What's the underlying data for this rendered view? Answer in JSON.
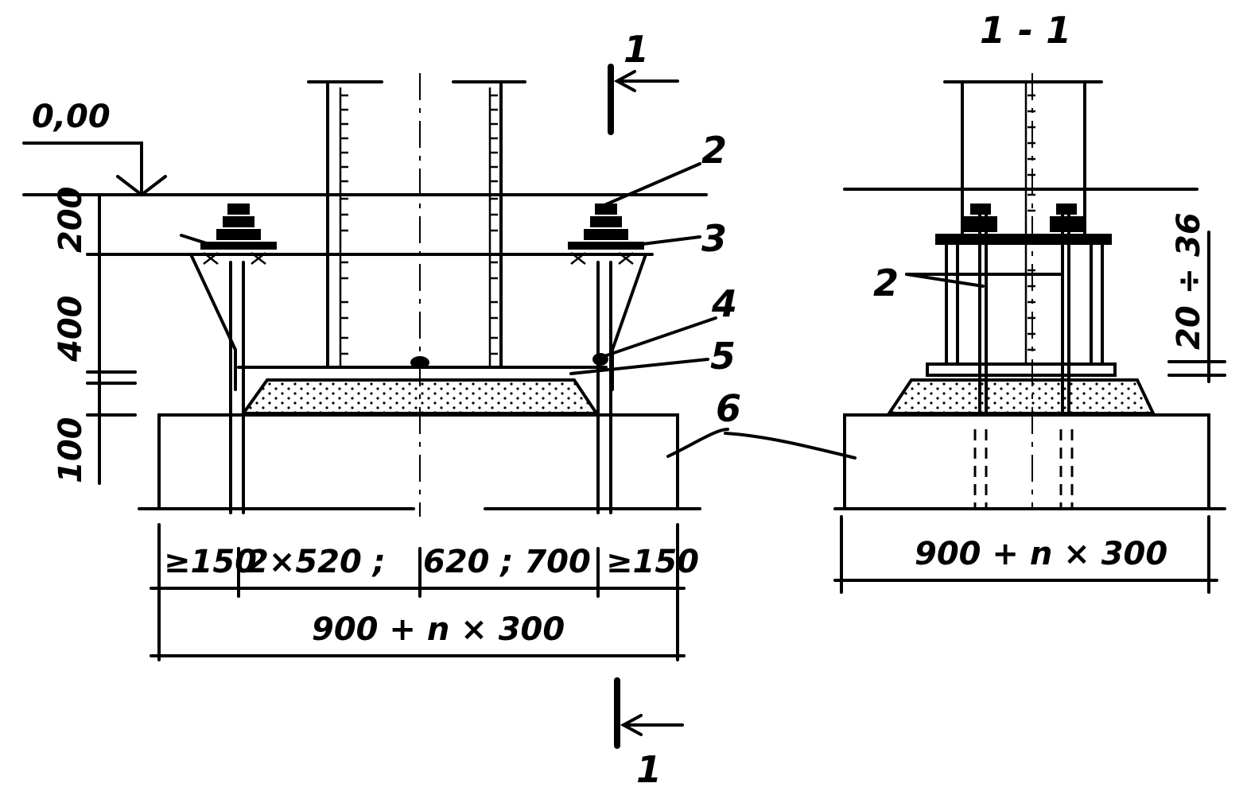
{
  "elevation": {
    "level": "0,00"
  },
  "section": {
    "title": "1 - 1",
    "mark": "1"
  },
  "callouts": [
    "2",
    "3",
    "4",
    "5",
    "6"
  ],
  "front_view": {
    "vertical_dims": [
      "200",
      "400",
      "100"
    ],
    "bottom_dims": [
      "≥150",
      "2×520 ;",
      "620 ; 700",
      "≥150"
    ],
    "overall_dim": "900 + n × 300"
  },
  "section_view": {
    "callout": "2",
    "vertical_dim": "20 ÷ 36",
    "overall_dim": "900 + n × 300"
  }
}
